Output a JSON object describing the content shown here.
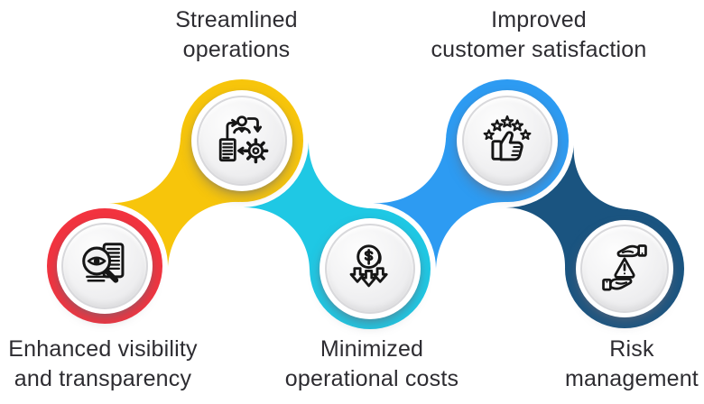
{
  "theme": {
    "background": "#FFFFFF",
    "text_color": "#2D2C31"
  },
  "nodes": [
    {
      "id": "enhanced-visibility",
      "label": "Enhanced visibility and transparency",
      "label_lines": [
        "Enhanced visibility",
        "and transparency"
      ],
      "color": "#F2333F",
      "icon": "magnifier-eye-document-icon"
    },
    {
      "id": "streamlined-operations",
      "label": "Streamlined operations",
      "label_lines": [
        "Streamlined",
        "operations"
      ],
      "color": "#F7C50B",
      "icon": "person-gear-document-cycle-icon"
    },
    {
      "id": "minimized-operational-costs",
      "label": "Minimized operational costs",
      "label_lines": [
        "Minimized",
        "operational costs"
      ],
      "color": "#1FC8E4",
      "icon": "dollar-coin-down-arrows-icon"
    },
    {
      "id": "improved-customer-satisfaction",
      "label": "Improved customer satisfaction",
      "label_lines": [
        "Improved",
        "customer satisfaction"
      ],
      "color": "#2D9BF2",
      "icon": "thumbs-up-five-stars-icon"
    },
    {
      "id": "risk-management",
      "label": "Risk management",
      "label_lines": [
        "Risk",
        "management"
      ],
      "color": "#1A5480",
      "icon": "hands-warning-triangle-icon"
    }
  ]
}
